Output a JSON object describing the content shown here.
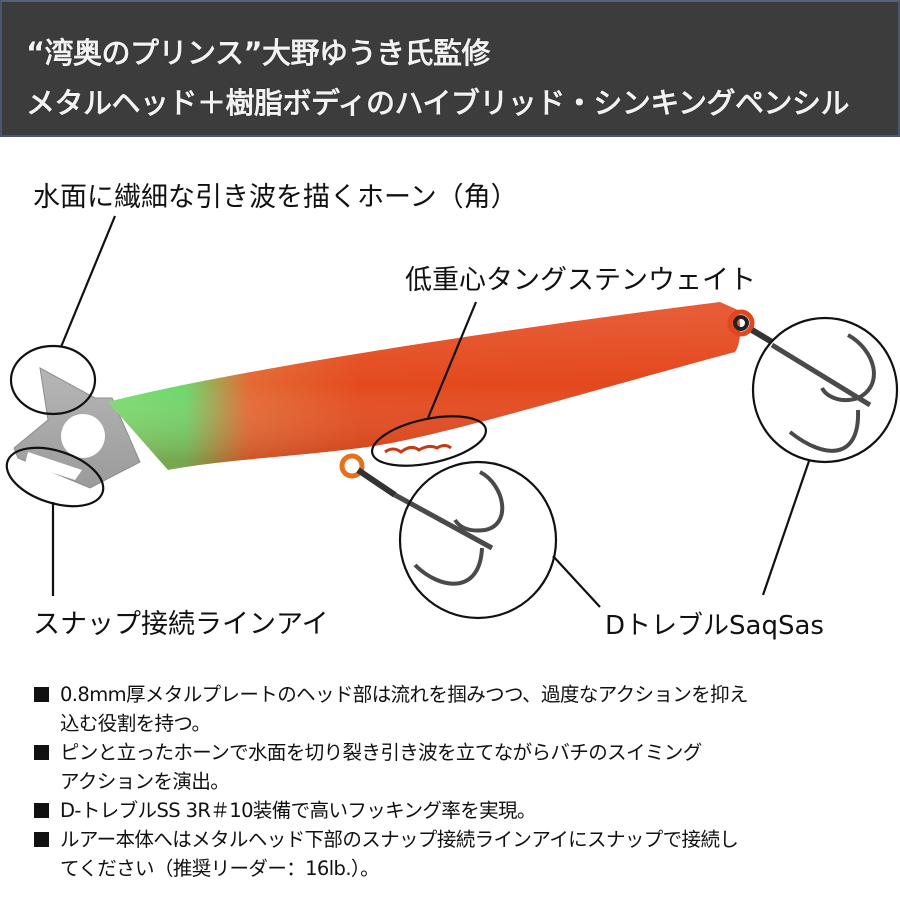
{
  "header": {
    "line1": "“湾奥のプリンス”大野ゆうき氏監修",
    "line2": "メタルヘッド＋樹脂ボディのハイブリッド・シンキングペンシル",
    "background_color": "#3c3c3c",
    "text_color": "#f2f2f2"
  },
  "callouts": {
    "horn": "水面に繊細な引き波を描くホーン（角）",
    "weight": "低重心タングステンウェイト",
    "snap_eye": "スナップ接続ラインアイ",
    "hook": "DトレブルSaqSas"
  },
  "lure": {
    "head_color": "#a9a9a9",
    "nose_color": "#6fd66a",
    "body_color": "#e4461c",
    "hook_color": "#4a4a4a"
  },
  "bullets": [
    {
      "icon": "black-square-bullet",
      "line1": "0.8mm厚メタルプレートのヘッド部は流れを掴みつつ、過度なアクションを抑え",
      "line2": "込む役割を持つ。"
    },
    {
      "icon": "black-square-bullet",
      "line1": "ピンと立ったホーンで水面を切り裂き引き波を立てながらバチのスイミング",
      "line2": "アクションを演出。"
    },
    {
      "icon": "black-square-bullet",
      "line1": "D-トレブルSS 3R＃10装備で高いフッキング率を実現。",
      "line2": ""
    },
    {
      "icon": "black-square-bullet",
      "line1": "ルアー本体へはメタルヘッド下部のスナップ接続ラインアイにスナップで接続し",
      "line2": "てください（推奨リーダー：16lb.）。"
    }
  ]
}
